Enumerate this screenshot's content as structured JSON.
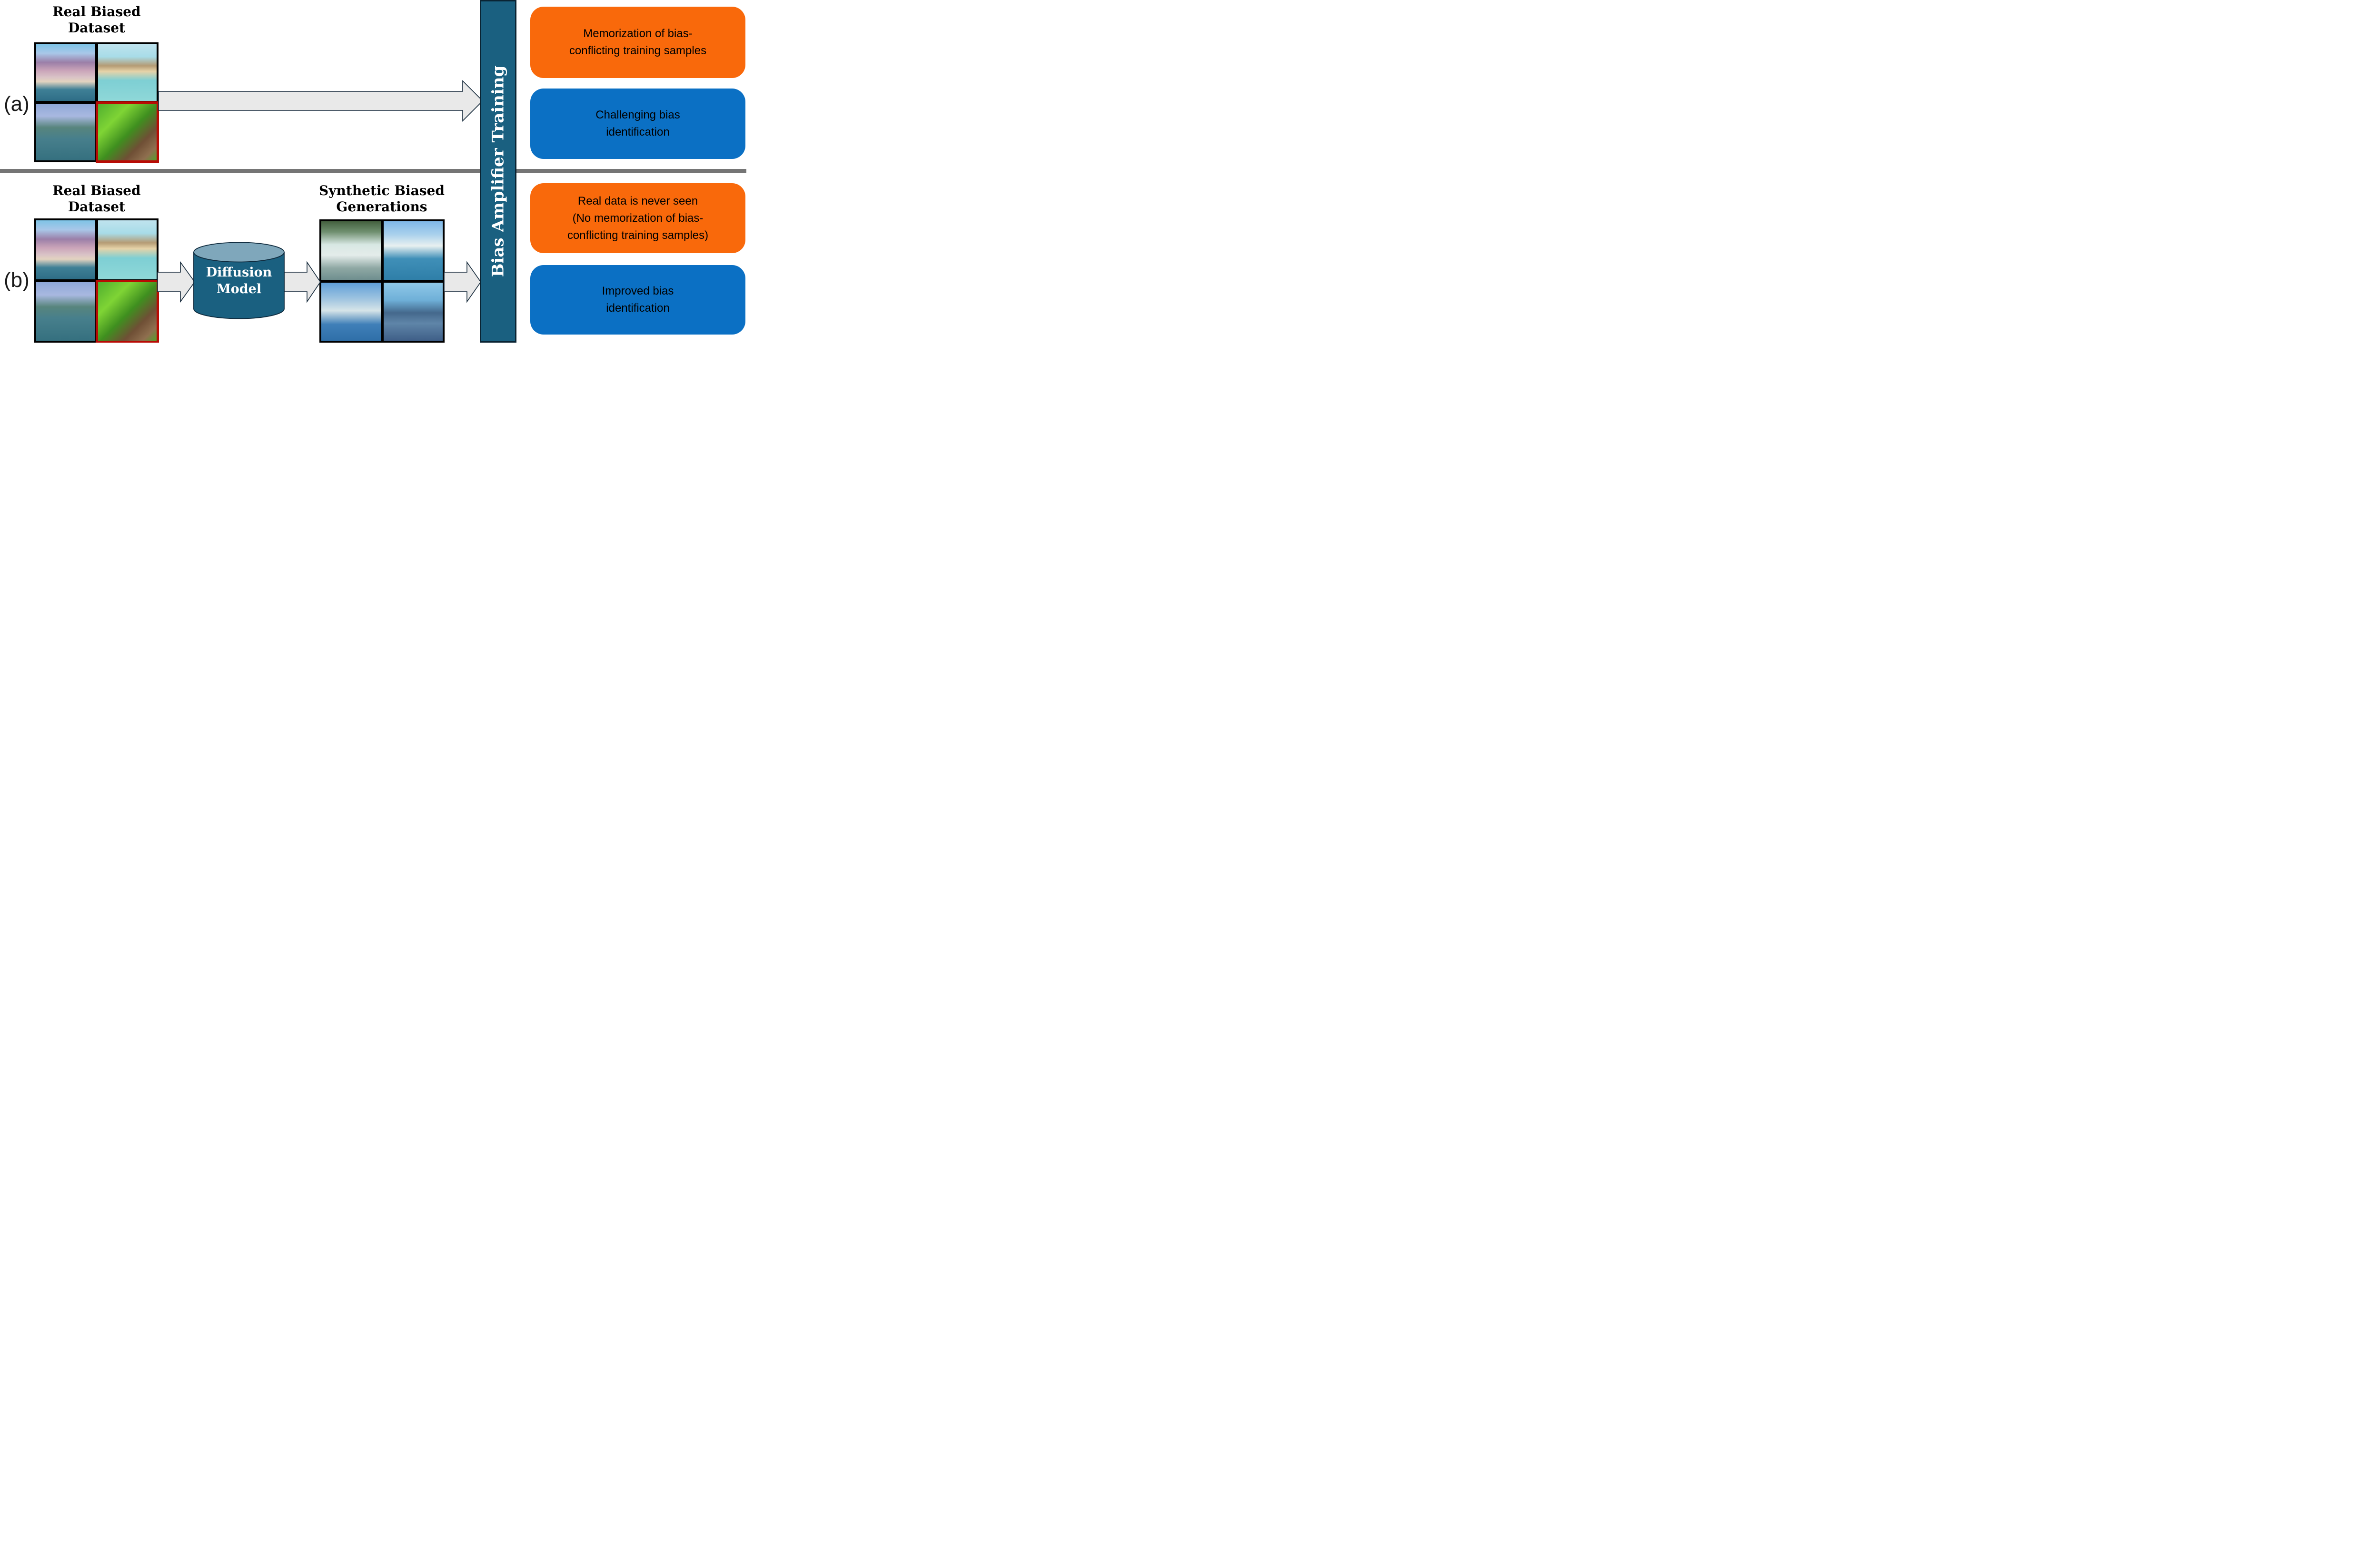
{
  "panel_a": {
    "label": "(a)",
    "dataset_title": "Real Biased\nDataset",
    "dataset_images": [
      "real bird on crowded beach with mountain backdrop",
      "real bird flying over lagoon water",
      "real bird gliding over open sea",
      "bias-conflicting sample: bird in green grass"
    ],
    "outcome_boxes": [
      {
        "text": "Memorization of bias-\nconflicting training samples",
        "color": "#f9690b"
      },
      {
        "text": "Challenging bias\nidentification",
        "color": "#0b70c4"
      }
    ]
  },
  "panel_b": {
    "label": "(b)",
    "dataset_title": "Real Biased\nDataset",
    "diffusion_model_label": "Diffusion\nModel",
    "generations_title": "Synthetic Biased\nGenerations",
    "synthetic_images": [
      "synthetic bird among trees and water",
      "synthetic white bird over lake",
      "synthetic white bird on waves",
      "synthetic dark bird on water"
    ],
    "outcome_boxes": [
      {
        "text": "Real data is never seen\n(No memorization of bias-\nconflicting training samples)",
        "color": "#f9690b"
      },
      {
        "text": "Improved bias\nidentification",
        "color": "#0b70c4"
      }
    ]
  },
  "amplifier_bar": {
    "label": "Bias Amplifier Training",
    "color": "#1a6080"
  },
  "colors": {
    "outcome_orange": "#f9690b",
    "outcome_blue": "#0b70c4",
    "amplifier_teal": "#1a6080",
    "cylinder_top": "#7fa7bb",
    "bias_conflicting_red": "#b80b04",
    "arrow_fill": "#e9e9e9",
    "outline_navy": "#0e2a3d",
    "divider_gray": "#757575",
    "grid_border_black": "#000000"
  }
}
